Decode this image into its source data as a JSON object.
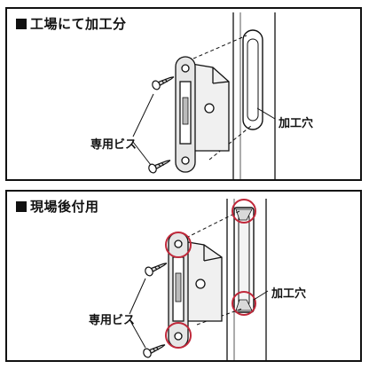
{
  "panels": [
    {
      "heading": "工場にて加工分",
      "callouts": {
        "screws": "専用ビス",
        "hole": "加工穴"
      }
    },
    {
      "heading": "現場後付用",
      "callouts": {
        "screws": "専用ビス",
        "hole": "加工穴"
      }
    }
  ],
  "colors": {
    "line": "#111111",
    "highlight": "#c0283a",
    "metal": "#e6e6e6"
  },
  "icons": [
    "screw-icon",
    "strike-plate-icon",
    "latch-box-icon",
    "door-edge-icon",
    "mortise-hole-icon",
    "highlight-circle-icon"
  ]
}
